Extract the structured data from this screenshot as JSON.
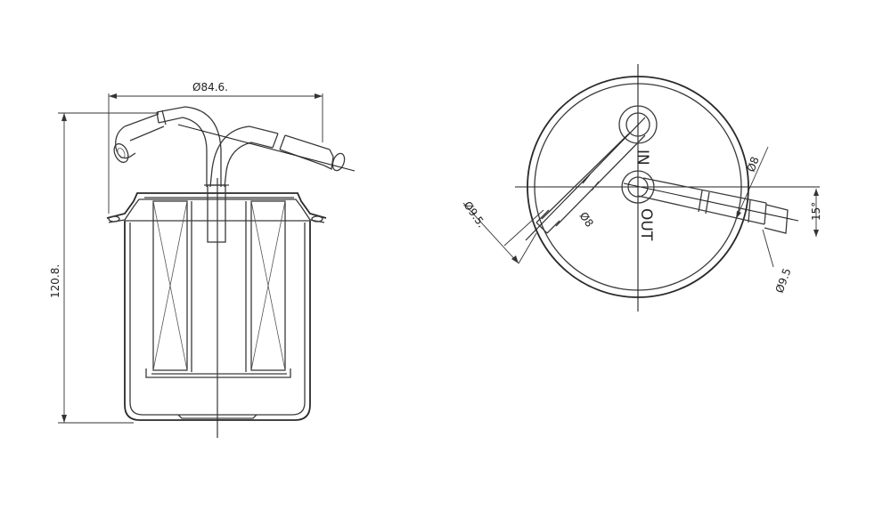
{
  "side_view": {
    "diameter_label": "Ø84.6.",
    "height_label": "120.8."
  },
  "top_view": {
    "port_in_label": "IN",
    "port_out_label": "OUT",
    "left_outer_dia": "Ø9.5.",
    "left_inner_dia": "Ø8",
    "right_inner_dia": "Ø8",
    "right_outer_dia": "Ø9.5",
    "angle_label": "15°"
  }
}
